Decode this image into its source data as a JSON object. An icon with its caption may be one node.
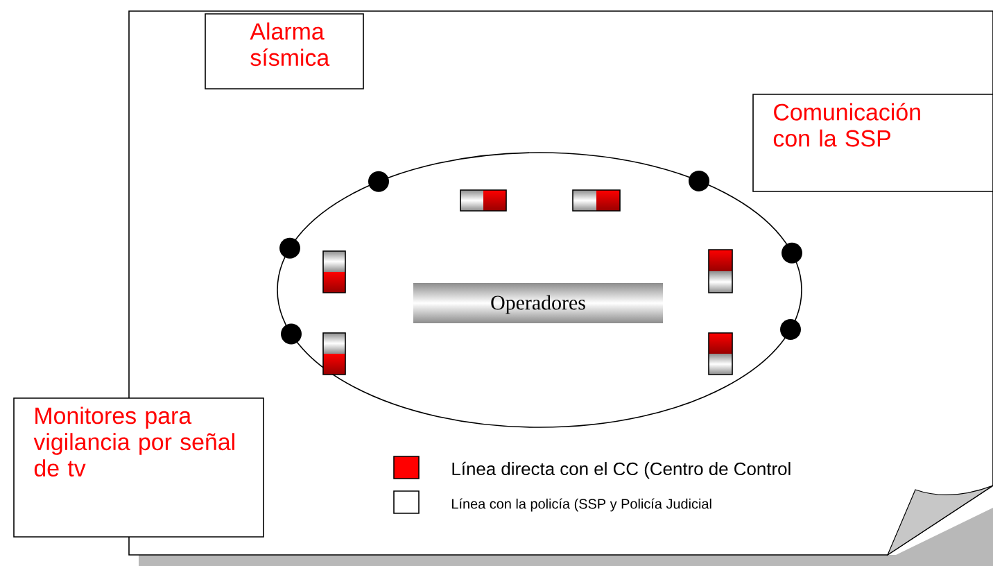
{
  "diagram": {
    "nodes": [
      {
        "text": [
          "Alarma sísmica"
        ]
      },
      {
        "text": [
          "Comunicación con la SSP"
        ]
      },
      {
        "text": [],
        "shape": "ellipse"
      },
      {
        "text": [
          "Operadores"
        ],
        "in": 2
      },
      {
        "text": [
          "Monitores para vigilancia por señal de tv"
        ]
      }
    ],
    "legend": [
      {
        "text": "Línea directa con el CC (Centro de Control",
        "color": "#ff0000"
      },
      {
        "text": "Línea con la policía (SSP y Policía Judicial"
      }
    ]
  }
}
